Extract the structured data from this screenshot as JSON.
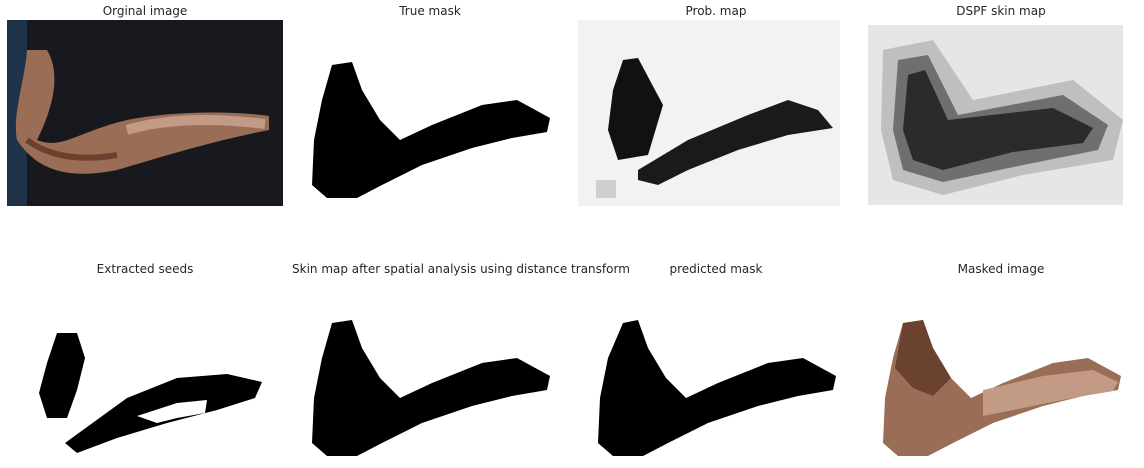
{
  "figure": {
    "panels": [
      {
        "id": "original",
        "title": "Orginal image"
      },
      {
        "id": "true-mask",
        "title": "True mask"
      },
      {
        "id": "prob-map",
        "title": "Prob. map"
      },
      {
        "id": "dspf-map",
        "title": "DSPF skin map"
      },
      {
        "id": "seeds",
        "title": "Extracted seeds"
      },
      {
        "id": "spatial",
        "title": "Skin map after spatial analysis using distance transform"
      },
      {
        "id": "predicted",
        "title": "predicted mask"
      },
      {
        "id": "masked",
        "title": "Masked image"
      }
    ]
  },
  "colors": {
    "background": "#ffffff",
    "dark_shirt": "#17191f",
    "blue_bg": "#1e3348",
    "skin_dark": "#6b4230",
    "skin_mid": "#9a6d57",
    "skin_light": "#c39a86",
    "mask": "#000000",
    "prob_bg": "#f2f2f2",
    "dspf_bg": "#e6e6e6"
  }
}
